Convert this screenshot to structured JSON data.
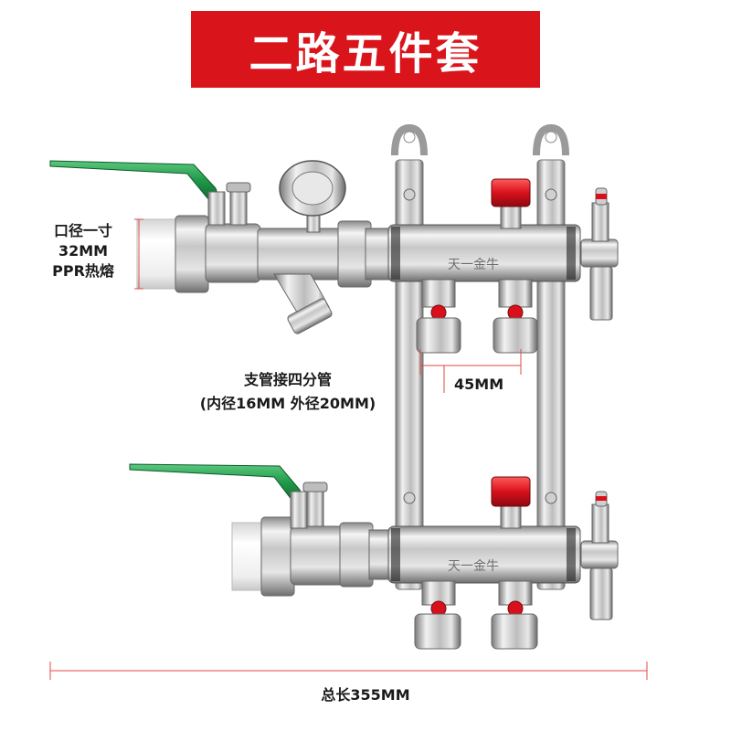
{
  "banner": {
    "title": "二路五件套",
    "color": "#d9141b"
  },
  "annotations": {
    "inlet_line1": "口径一寸",
    "inlet_line2": "32MM",
    "inlet_line3": "PPR热熔",
    "branch_line1": "支管接四分管",
    "branch_line2": "(内径16MM 外径20MM)",
    "spacing": "45MM",
    "total_length": "总长355MM"
  },
  "product": {
    "engraving": "天一金牛",
    "handle_color": "#1f9a4a",
    "vent_cap_color": "#d8101c",
    "valve_cap_color": "#e02020",
    "pipe_color": "#f2f2f2",
    "metal_color": "#c9c9c9"
  }
}
